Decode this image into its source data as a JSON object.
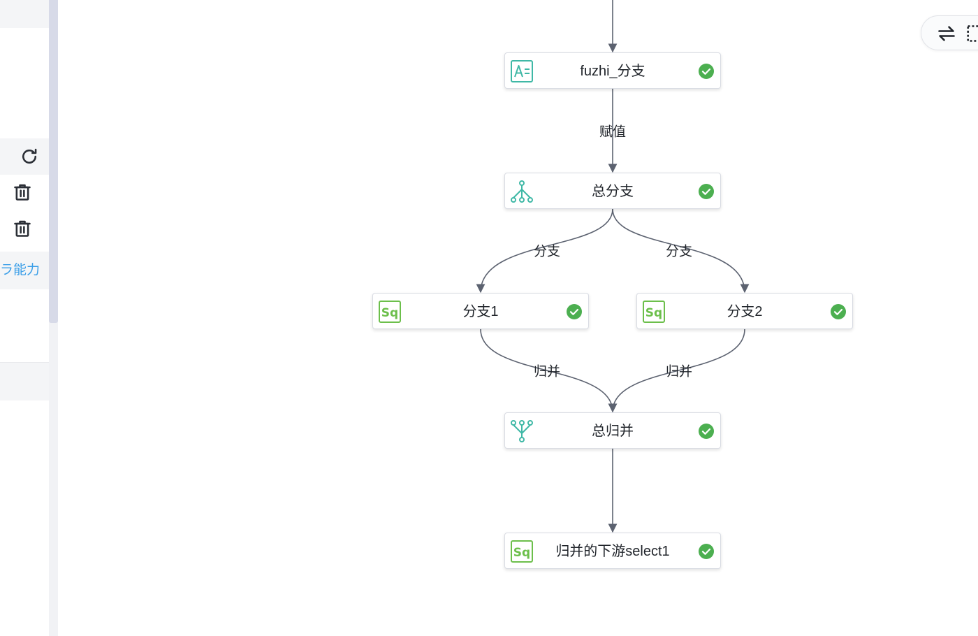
{
  "left_panel": {
    "link_text": "ラ能力"
  },
  "nodes": [
    {
      "id": "fuzhi",
      "label": "fuzhi_分支",
      "icon": "assign-icon",
      "status": "success"
    },
    {
      "id": "branch",
      "label": "总分支",
      "icon": "branch-icon",
      "status": "success"
    },
    {
      "id": "b1",
      "label": "分支1",
      "icon": "sql-icon",
      "status": "success"
    },
    {
      "id": "b2",
      "label": "分支2",
      "icon": "sql-icon",
      "status": "success"
    },
    {
      "id": "merge",
      "label": "总归并",
      "icon": "merge-icon",
      "status": "success"
    },
    {
      "id": "downstream",
      "label": "归并的下游select1",
      "icon": "sql-icon",
      "status": "success"
    }
  ],
  "edges": {
    "assign_label": "赋值",
    "branch_left_label": "分支",
    "branch_right_label": "分支",
    "merge_left_label": "归并",
    "merge_right_label": "归并"
  },
  "colors": {
    "accent_teal": "#3fb8a6",
    "sql_green": "#6cbf4b",
    "success_green": "#4caf50",
    "edge": "#5c6270",
    "link_blue": "#3a9ee8"
  }
}
